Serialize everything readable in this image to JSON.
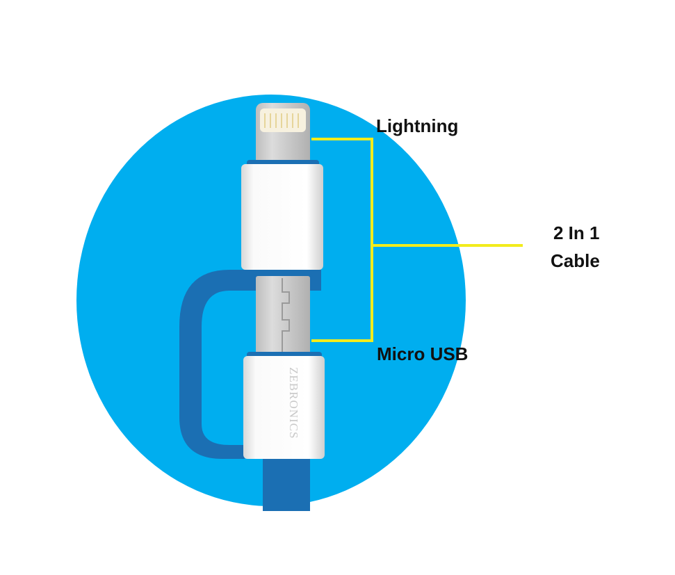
{
  "labels": {
    "lightning": "Lightning",
    "micro_usb": "Micro USB",
    "cable_line1": "2 In 1",
    "cable_line2": "Cable"
  },
  "brand_text": "ZEBRONICS",
  "colors": {
    "circle": "#00aeef",
    "cable": "#1b6fb3",
    "callout_line": "#f2ec1c",
    "sleeve": "#f4f4f4"
  }
}
